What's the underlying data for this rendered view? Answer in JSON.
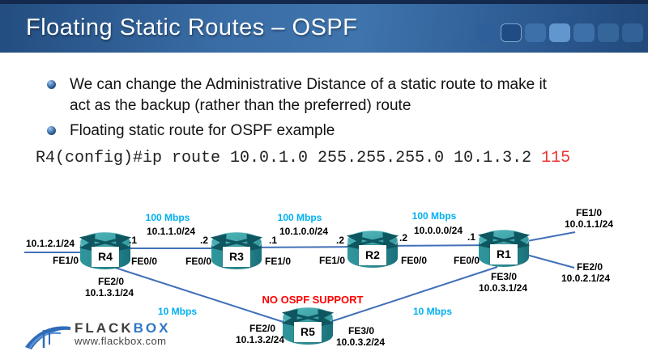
{
  "header": {
    "title": "Floating Static Routes – OSPF"
  },
  "bullets": [
    {
      "text": "We can change the Administrative Distance of a static route to make it\nact as the backup (rather than the preferred) route"
    },
    {
      "text": "Floating static route for OSPF example"
    }
  ],
  "code": {
    "command": "R4(config)#ip route 10.0.1.0 255.255.255.0 10.1.3.2 ",
    "highlight": "115"
  },
  "colors": {
    "header_blue": "#3a6da6",
    "speed_cyan": "#00b0f0",
    "warning_red": "#ff0000",
    "highlight_red": "#ee3333",
    "link_blue": "#4170b8",
    "router_teal": "#2f969c"
  },
  "diagram": {
    "routers": [
      {
        "name": "R4"
      },
      {
        "name": "R3"
      },
      {
        "name": "R2"
      },
      {
        "name": "R1"
      },
      {
        "name": "R5"
      }
    ],
    "labels": [
      {
        "text": "10.1.2.1/24"
      },
      {
        "text": "FE1/0"
      },
      {
        "text": ".1"
      },
      {
        "text": "FE0/0"
      },
      {
        "text": "100 Mbps"
      },
      {
        "text": "10.1.1.0/24"
      },
      {
        "text": ".2"
      },
      {
        "text": "FE0/0"
      },
      {
        "text": ".1"
      },
      {
        "text": "FE1/0"
      },
      {
        "text": "100 Mbps"
      },
      {
        "text": "10.1.0.0/24"
      },
      {
        "text": ".2"
      },
      {
        "text": "FE1/0"
      },
      {
        "text": ".2"
      },
      {
        "text": "FE0/0"
      },
      {
        "text": "100 Mbps"
      },
      {
        "text": "10.0.0.0/24"
      },
      {
        "text": ".1"
      },
      {
        "text": "FE0/0"
      },
      {
        "text": "FE1/0"
      },
      {
        "text": "10.0.1.1/24"
      },
      {
        "text": "FE2/0"
      },
      {
        "text": "10.0.2.1/24"
      },
      {
        "text": "FE2/0"
      },
      {
        "text": "10.1.3.1/24"
      },
      {
        "text": "10 Mbps"
      },
      {
        "text": "NO OSPF SUPPORT"
      },
      {
        "text": "FE2/0"
      },
      {
        "text": "10.1.3.2/24"
      },
      {
        "text": "FE3/0"
      },
      {
        "text": "10.0.3.2/24"
      },
      {
        "text": "10 Mbps"
      },
      {
        "text": "FE3/0"
      },
      {
        "text": "10.0.3.1/24"
      }
    ]
  },
  "footer": {
    "brand_first": "FLACK",
    "brand_second": "BOX",
    "website": "www.flackbox.com"
  }
}
